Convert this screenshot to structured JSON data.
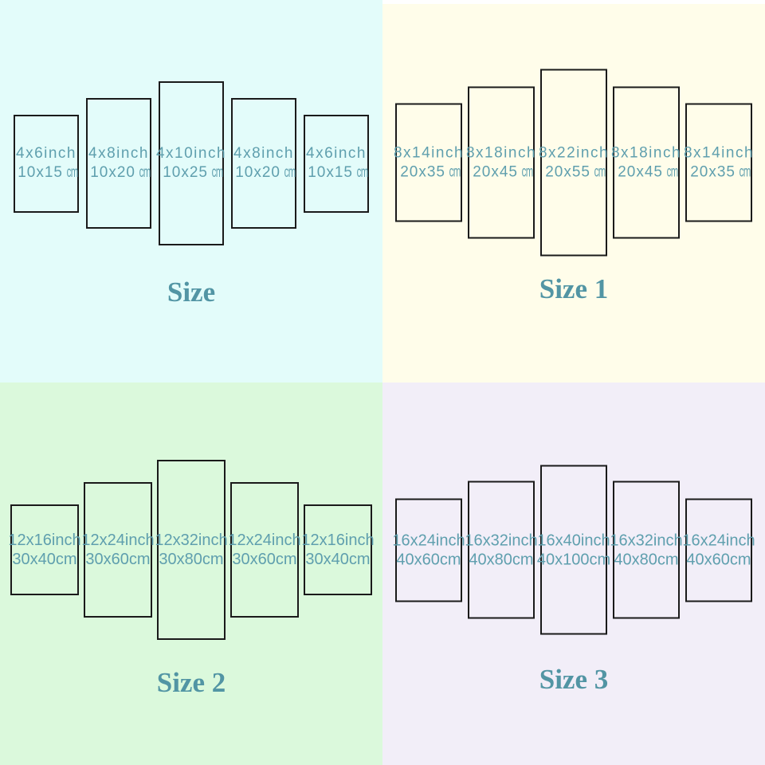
{
  "colors": {
    "q1_bg": "#e3fcfa",
    "q2_bg": "#fffdea",
    "q3_bg": "#dbf9dc",
    "q4_bg": "#f2eef8",
    "strip_bg": "#ffffff",
    "panel_border": "#1a1a1a",
    "panel_text": "#5f9fae",
    "title_text": "#5295a4"
  },
  "quadrants": [
    {
      "title": "Size",
      "panels": [
        {
          "inches": "4x6inch",
          "metric": "10x15",
          "unit": "cm"
        },
        {
          "inches": "4x8inch",
          "metric": "10x20",
          "unit": "cm"
        },
        {
          "inches": "4x10inch",
          "metric": "10x25",
          "unit": "cm"
        },
        {
          "inches": "4x8inch",
          "metric": "10x20",
          "unit": "cm"
        },
        {
          "inches": "4x6inch",
          "metric": "10x15",
          "unit": "cm"
        }
      ]
    },
    {
      "title": "Size 1",
      "panels": [
        {
          "inches": "8x14inch",
          "metric": "20x35",
          "unit": "cm"
        },
        {
          "inches": "8x18inch",
          "metric": "20x45",
          "unit": "cm"
        },
        {
          "inches": "8x22inch",
          "metric": "20x55",
          "unit": "cm"
        },
        {
          "inches": "8x18inch",
          "metric": "20x45",
          "unit": "cm"
        },
        {
          "inches": "8x14inch",
          "metric": "20x35",
          "unit": "cm"
        }
      ]
    },
    {
      "title": "Size 2",
      "panels": [
        {
          "inches": "12x16inch",
          "metric": "30x40",
          "unit": "cm"
        },
        {
          "inches": "12x24inch",
          "metric": "30x60",
          "unit": "cm"
        },
        {
          "inches": "12x32inch",
          "metric": "30x80",
          "unit": "cm"
        },
        {
          "inches": "12x24inch",
          "metric": "30x60",
          "unit": "cm"
        },
        {
          "inches": "12x16inch",
          "metric": "30x40",
          "unit": "cm"
        }
      ]
    },
    {
      "title": "Size 3",
      "panels": [
        {
          "inches": "16x24inch",
          "metric": "40x60",
          "unit": "cm"
        },
        {
          "inches": "16x32inch",
          "metric": "40x80",
          "unit": "cm"
        },
        {
          "inches": "16x40inch",
          "metric": "40x100",
          "unit": "cm"
        },
        {
          "inches": "16x32inch",
          "metric": "40x80",
          "unit": "cm"
        },
        {
          "inches": "16x24inch",
          "metric": "40x60",
          "unit": "cm"
        }
      ]
    }
  ]
}
